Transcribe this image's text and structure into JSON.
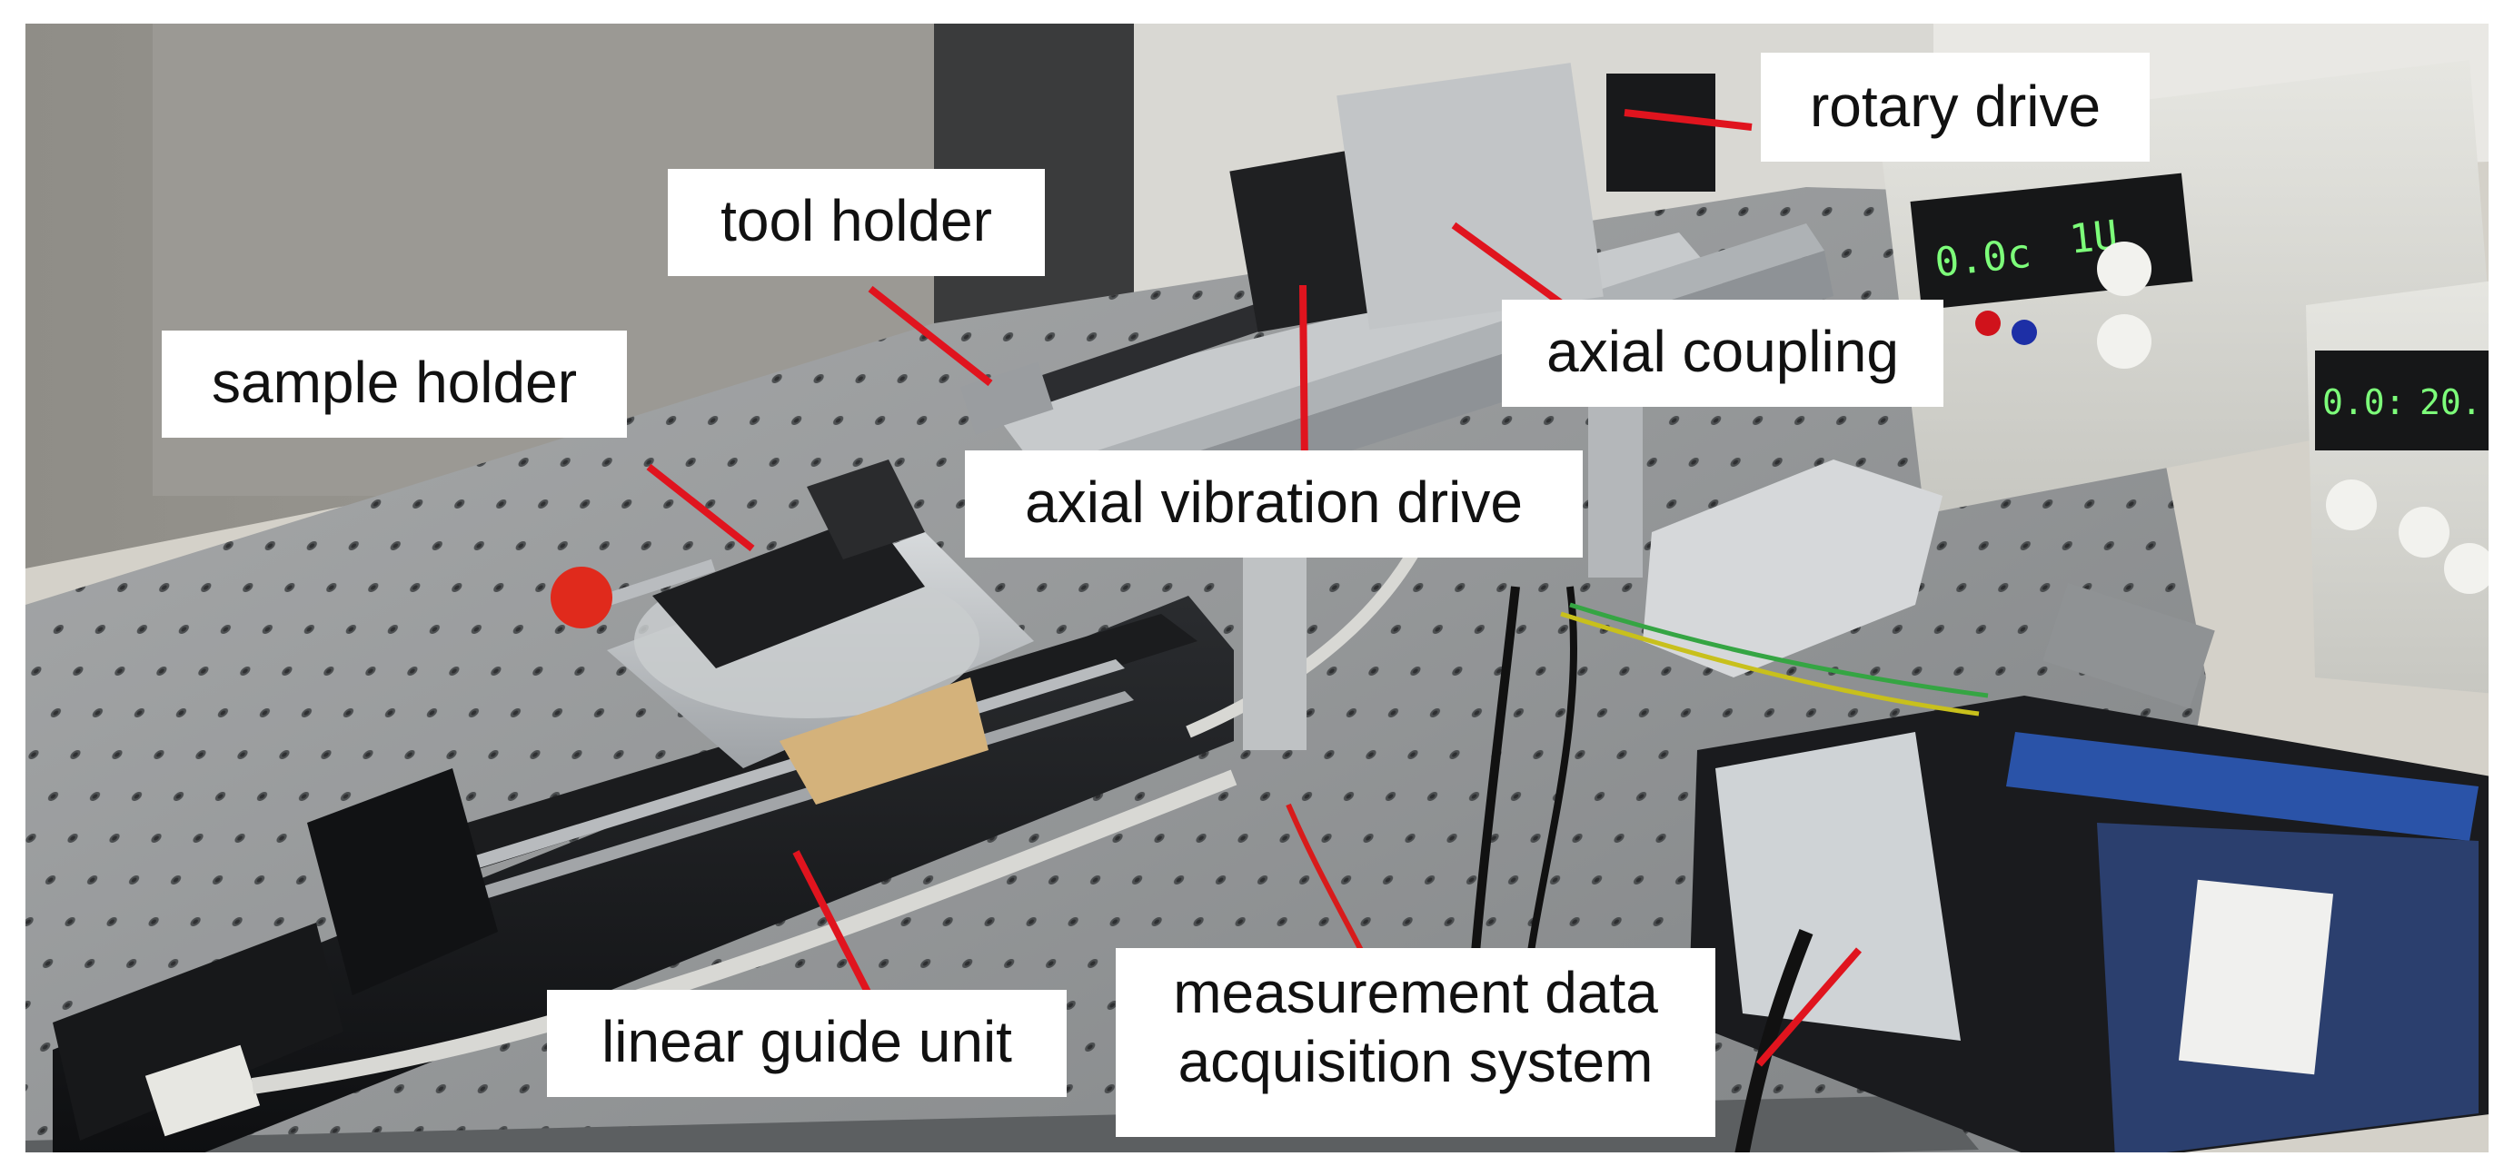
{
  "figure": {
    "labels": {
      "rotary_drive": "rotary drive",
      "tool_holder": "tool holder",
      "axial_coupling": "axial coupling",
      "sample_holder": "sample holder",
      "axial_vibration_drive": "axial vibration drive",
      "linear_guide_unit": "linear guide unit",
      "measurement_data_acquisition_system": [
        "measurement data",
        "acquisition system"
      ]
    },
    "instrument_displays": {
      "upper_supply_left": "0.0c",
      "upper_supply_right": "1U",
      "lower_supply_left": "0.0:",
      "lower_supply_right": "20."
    },
    "colors": {
      "leader_line": "#e0141e",
      "label_background": "#ffffff",
      "label_text": "#111111",
      "display_digits": "#7dff7a"
    }
  }
}
